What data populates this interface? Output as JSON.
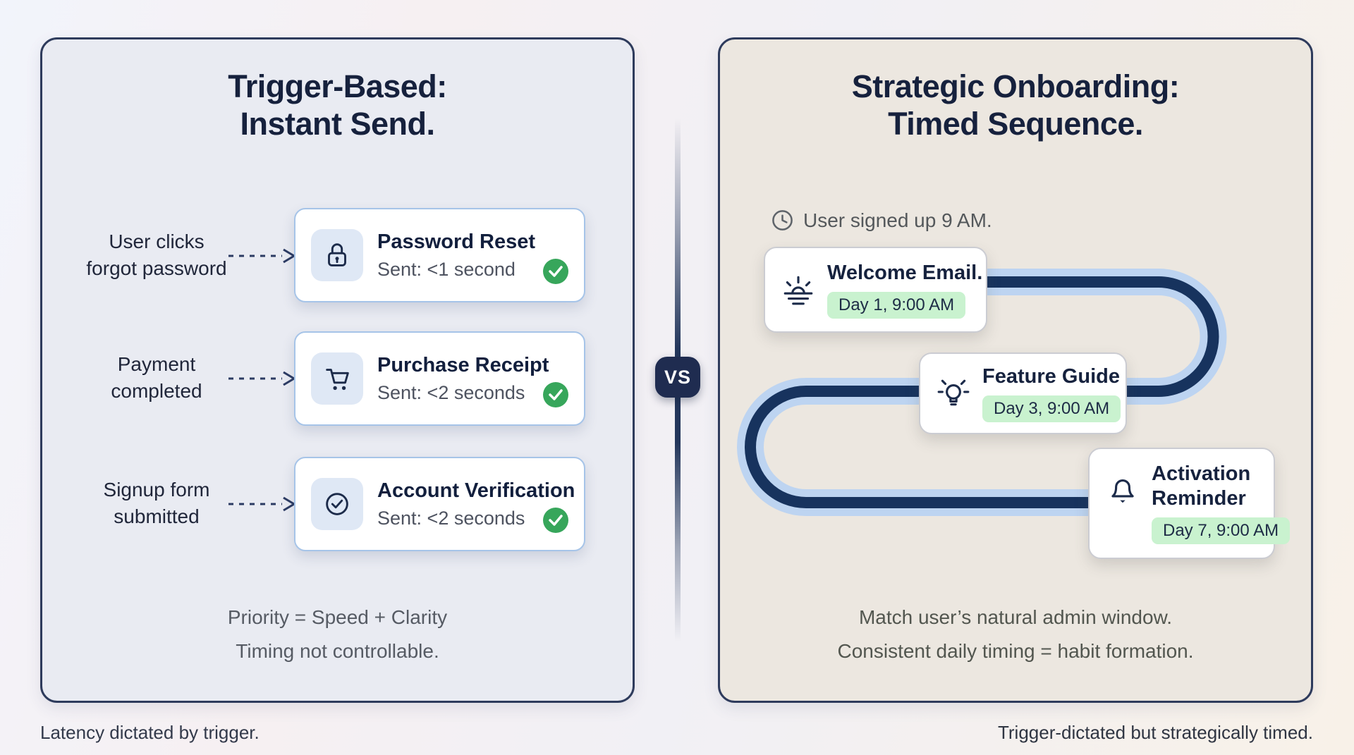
{
  "left_panel": {
    "title": {
      "line1": "Trigger-Based:",
      "line2": "Instant Send."
    },
    "rows": [
      {
        "trigger": {
          "line1": "User clicks",
          "line2": "forgot password"
        },
        "icon": "lock-icon",
        "card": {
          "title": "Password Reset",
          "subtitle": "Sent: <1 second",
          "status_icon": "success-check-icon"
        }
      },
      {
        "trigger": {
          "line1": "Payment",
          "line2": "completed"
        },
        "icon": "shopping-cart-icon",
        "card": {
          "title": "Purchase Receipt",
          "subtitle": "Sent: <2 seconds",
          "status_icon": "success-check-icon"
        }
      },
      {
        "trigger": {
          "line1": "Signup form",
          "line2": "submitted"
        },
        "icon": "check-circle-icon",
        "card": {
          "title": "Account Verification",
          "subtitle": "Sent: <2 seconds",
          "status_icon": "success-check-icon"
        }
      }
    ],
    "footer": {
      "line1": "Priority = Speed + Clarity",
      "line2": "Timing not controllable."
    },
    "caption": "Latency dictated by trigger."
  },
  "divider": {
    "label": "VS"
  },
  "right_panel": {
    "title": {
      "line1": "Strategic Onboarding:",
      "line2": "Timed Sequence."
    },
    "context_note": "User signed up 9 AM.",
    "context_icon": "clock-icon",
    "steps": [
      {
        "title": "Welcome Email.",
        "badge": "Day 1, 9:00 AM",
        "icon": "sunrise-icon"
      },
      {
        "title": "Feature Guide",
        "badge": "Day 3, 9:00 AM",
        "icon": "lightbulb-icon"
      },
      {
        "title": "Activation Reminder",
        "badge": "Day 7, 9:00 AM",
        "icon": "bell-icon"
      }
    ],
    "footer": {
      "line1": "Match user’s natural admin window.",
      "line2": "Consistent daily timing = habit formation."
    },
    "caption": "Trigger-dictated but strategically timed."
  },
  "colors": {
    "navy_text": "#16213d",
    "panel_left_bg": "#e9ebf2",
    "panel_right_bg": "#ece7e0",
    "panel_border": "#2e3b5c",
    "card_border_blue": "#a6c4e8",
    "icon_tile_bg": "#dfe8f5",
    "path_core": "#17335e",
    "path_glow": "#bdd4f1",
    "success_green": "#37a65b",
    "badge_green_bg": "#c9f2cf",
    "vs_badge_bg": "#1f2c50"
  }
}
